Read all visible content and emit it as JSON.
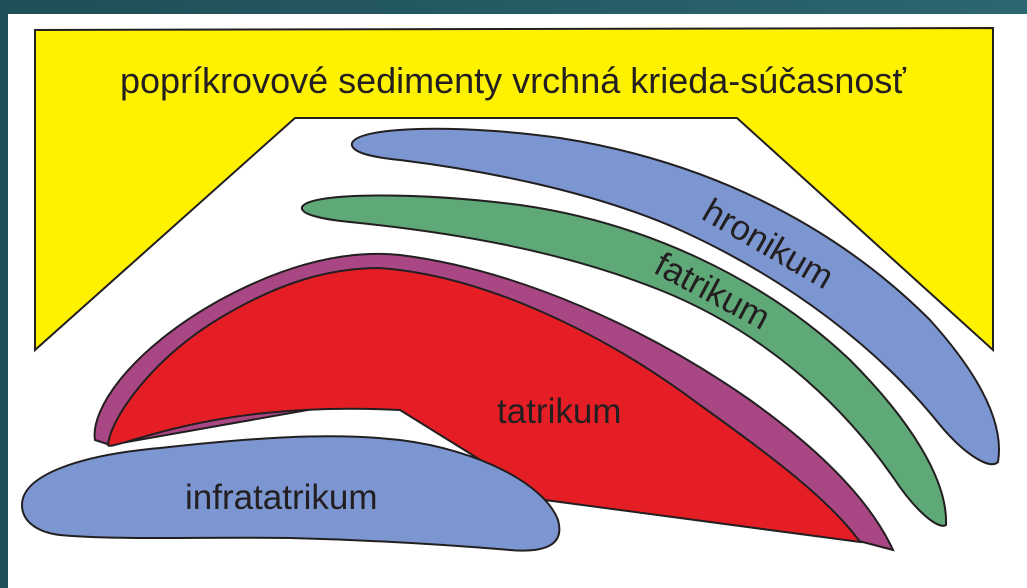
{
  "labels": {
    "top": "popríkrovové sedimenty vrchná krieda-súčasnosť",
    "hronikum": "hronikum",
    "fatrikum": "fatrikum",
    "tatrikum": "tatrikum",
    "infratatrikum": "infratatrikum"
  },
  "colors": {
    "sediments": "#fff200",
    "hronikum": "#7b96d0",
    "fatrikum": "#5fa877",
    "tatrikum_outer": "#a94785",
    "tatrikum": "#e51e25",
    "infratatrikum": "#7b96d0",
    "outline": "#231f20",
    "frame": "#1f4f57"
  }
}
